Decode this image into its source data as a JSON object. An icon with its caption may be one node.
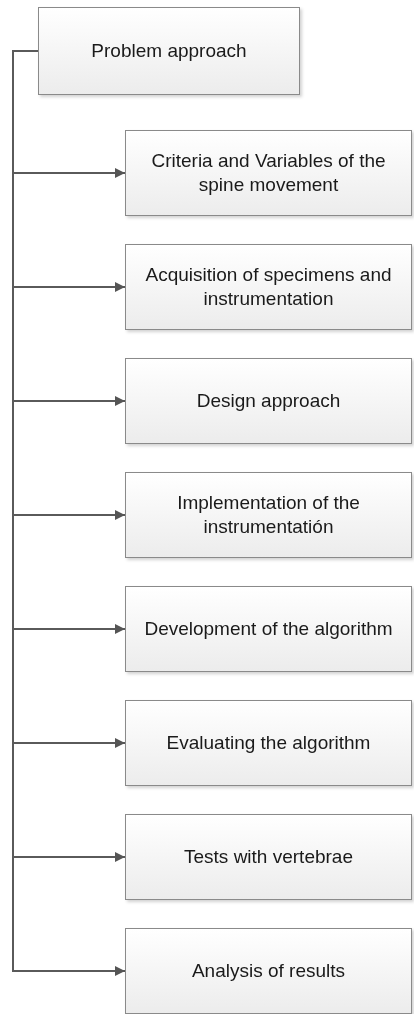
{
  "diagram": {
    "nodes": [
      {
        "text": [
          "Problem approach"
        ]
      },
      {
        "text": [
          "Criteria and Variables of the spine movement"
        ]
      },
      {
        "text": [
          "Acquisition of specimens and instrumentation"
        ]
      },
      {
        "text": [
          "Design approach"
        ]
      },
      {
        "text": [
          "Implementation of the instrumentatión"
        ]
      },
      {
        "text": [
          "Development of the algorithm"
        ]
      },
      {
        "text": [
          "Evaluating the algorithm"
        ]
      },
      {
        "text": [
          "Tests with vertebrae"
        ]
      },
      {
        "text": [
          "Analysis of results"
        ]
      }
    ],
    "edges": [
      {
        "from": 0,
        "to": 1,
        "arrow": "to"
      },
      {
        "from": 0,
        "to": 2,
        "arrow": "to"
      },
      {
        "from": 0,
        "to": 3,
        "arrow": "to"
      },
      {
        "from": 0,
        "to": 4,
        "arrow": "to"
      },
      {
        "from": 0,
        "to": 5,
        "arrow": "to"
      },
      {
        "from": 0,
        "to": 6,
        "arrow": "to"
      },
      {
        "from": 0,
        "to": 7,
        "arrow": "to"
      },
      {
        "from": 0,
        "to": 8,
        "arrow": "to"
      }
    ]
  }
}
